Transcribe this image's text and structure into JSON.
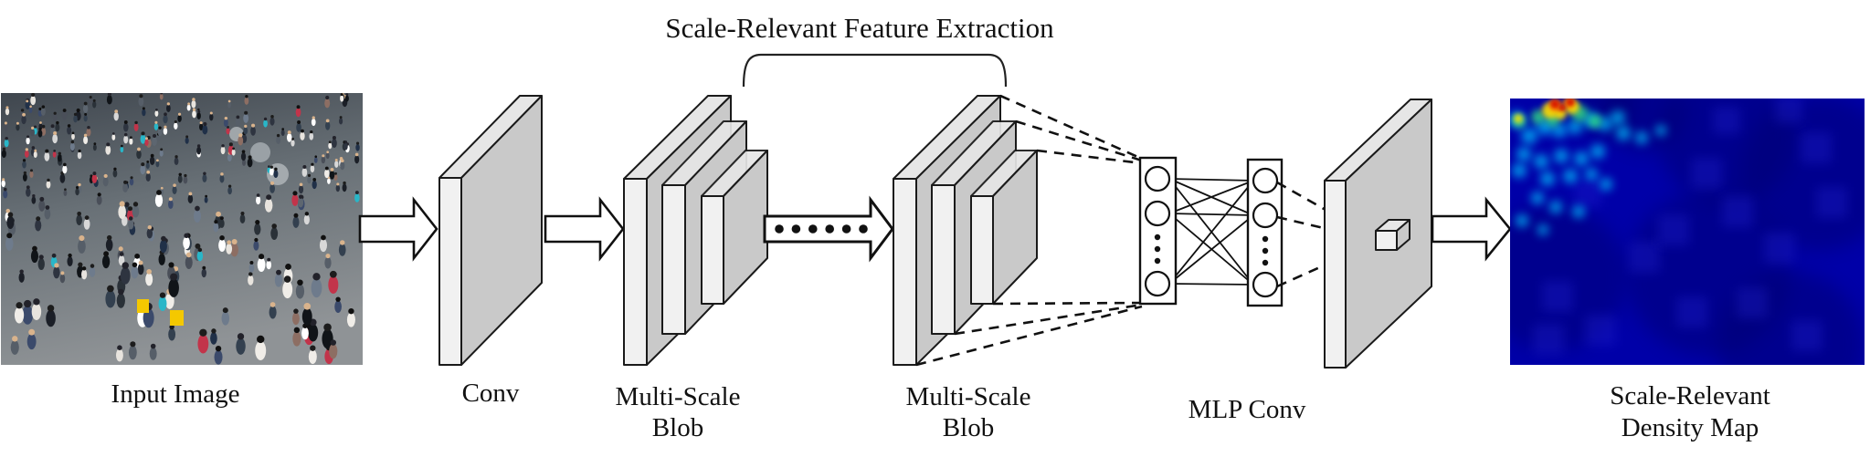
{
  "title": "Scale-Relevant Feature Extraction",
  "stages": {
    "input": {
      "label": "Input Image"
    },
    "conv": {
      "label": "Conv"
    },
    "blob1": {
      "label_line1": "Multi-Scale",
      "label_line2": "Blob"
    },
    "blob2": {
      "label_line1": "Multi-Scale",
      "label_line2": "Blob"
    },
    "mlp": {
      "label": "MLP Conv"
    },
    "density": {
      "label_line1": "Scale-Relevant",
      "label_line2": "Density Map"
    }
  },
  "flow": {
    "ellipsis_dot_count": 6,
    "mlp_columns": 2,
    "mlp_visible_neurons_per_column": 3,
    "dashed_links_into_mlp": 6,
    "dashed_links_out_of_mlp": 3
  },
  "colors": {
    "slab_front": "#f1f1f1",
    "slab_top": "#e6e6e6",
    "slab_side": "#c9c9c9",
    "line": "#111111",
    "density_base": "#0000a8"
  },
  "crowd": {
    "palette": [
      "#1b1f27",
      "#2e3440",
      "#d8d8d8",
      "#f0ede8",
      "#3b4a6b",
      "#29b6c8",
      "#5d6670",
      "#c2344a",
      "#8d6e63",
      "#4a4f59",
      "#203048",
      "#ffffff",
      "#101418",
      "#6e7b8c",
      "#33404f",
      "#e8e4de",
      "#565e68",
      "#2a3138"
    ],
    "head_colors": [
      "#1c1c1c",
      "#22222a",
      "#d9b38c",
      "#101010"
    ],
    "accent_bags": "#f4c800",
    "band_counts": [
      185,
      75,
      45
    ]
  },
  "density_map": {
    "base": "#0000a8",
    "classes": [
      {
        "name": "dark-patch",
        "shape": "circle",
        "color": "#000070",
        "opacity": 0.45,
        "blur": "b10",
        "items": [
          [
            1890,
            150,
            75
          ],
          [
            1990,
            190,
            85
          ],
          [
            1800,
            122,
            45
          ],
          [
            1870,
            300,
            90
          ],
          [
            1700,
            305,
            80
          ],
          [
            1960,
            378,
            80
          ],
          [
            1755,
            115,
            35
          ]
        ]
      },
      {
        "name": "light-square",
        "shape": "rect",
        "color": "#2a2ae0",
        "opacity": 0.28,
        "blur": "b6",
        "items": [
          [
            1868,
            190,
            34
          ],
          [
            1902,
            232,
            34
          ],
          [
            1948,
            272,
            34
          ],
          [
            1800,
            282,
            34
          ],
          [
            1705,
            325,
            34
          ],
          [
            1752,
            362,
            34
          ],
          [
            1852,
            342,
            34
          ],
          [
            1988,
            162,
            34
          ],
          [
            1918,
            332,
            34
          ],
          [
            1832,
            252,
            34
          ],
          [
            1978,
            368,
            34
          ],
          [
            1695,
            372,
            34
          ],
          [
            2005,
            222,
            34
          ],
          [
            1890,
            132,
            30
          ],
          [
            1958,
            120,
            30
          ],
          [
            1738,
            212,
            30
          ]
        ]
      },
      {
        "name": "cyan-blob",
        "shape": "circle",
        "color": "#00c8ff",
        "opacity": 0.72,
        "blur": "b5",
        "items": [
          [
            1660,
            131,
            9
          ],
          [
            1674,
            149,
            9
          ],
          [
            1691,
            139,
            9
          ],
          [
            1707,
            143,
            8
          ],
          [
            1724,
            139,
            8
          ],
          [
            1741,
            131,
            9
          ],
          [
            1757,
            136,
            8
          ],
          [
            1771,
            129,
            8
          ],
          [
            1668,
            169,
            8
          ],
          [
            1687,
            177,
            8
          ],
          [
            1709,
            171,
            8
          ],
          [
            1731,
            174,
            8
          ],
          [
            1749,
            166,
            8
          ],
          [
            1663,
            187,
            8
          ],
          [
            1694,
            196,
            8
          ],
          [
            1719,
            193,
            8
          ],
          [
            1742,
            191,
            7
          ],
          [
            1683,
            217,
            7
          ],
          [
            1703,
            227,
            7
          ],
          [
            1666,
            242,
            7
          ],
          [
            1689,
            252,
            6
          ],
          [
            1728,
            232,
            7
          ],
          [
            1758,
            202,
            7
          ],
          [
            1777,
            146,
            8
          ],
          [
            1797,
            151,
            7
          ],
          [
            1818,
            143,
            6
          ]
        ]
      },
      {
        "name": "green-blob",
        "shape": "circle",
        "color": "#30e080",
        "opacity": 0.8,
        "blur": "b4",
        "items": [
          [
            1684,
            128,
            8
          ],
          [
            1729,
            124,
            9
          ],
          [
            1746,
            133,
            7
          ],
          [
            1700,
            131,
            8
          ],
          [
            1663,
            133,
            7
          ]
        ]
      },
      {
        "name": "yellow-blob",
        "shape": "circle",
        "color": "#ffe400",
        "opacity": 0.9,
        "blur": "b3",
        "items": [
          [
            1697,
            121,
            9
          ],
          [
            1721,
            117,
            8
          ],
          [
            1708,
            124,
            7
          ],
          [
            1662,
            130,
            5
          ]
        ]
      },
      {
        "name": "orange-blob",
        "shape": "circle",
        "color": "#ff8800",
        "opacity": 0.9,
        "blur": "b3",
        "items": [
          [
            1703,
            116,
            7
          ],
          [
            1717,
            113,
            6
          ]
        ]
      },
      {
        "name": "red-core",
        "shape": "circle",
        "color": "#d81600",
        "opacity": 0.95,
        "blur": "b2",
        "items": [
          [
            1702,
            114,
            5
          ],
          [
            1719,
            112,
            4.5
          ],
          [
            1710,
            118,
            4
          ]
        ]
      }
    ]
  }
}
